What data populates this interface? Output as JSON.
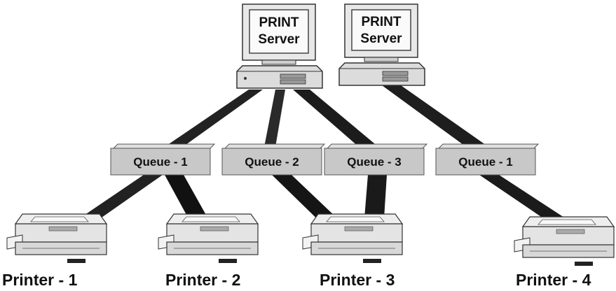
{
  "servers": [
    {
      "line1": "PRINT",
      "line2": "Server"
    },
    {
      "line1": "PRINT",
      "line2": "Server"
    }
  ],
  "queues": [
    {
      "label": "Queue - 1"
    },
    {
      "label": "Queue - 2"
    },
    {
      "label": "Queue - 3"
    },
    {
      "label": "Queue - 1"
    }
  ],
  "printers": [
    {
      "label": "Printer - 1"
    },
    {
      "label": "Printer - 2"
    },
    {
      "label": "Printer - 3"
    },
    {
      "label": "Printer - 4"
    }
  ],
  "colors": {
    "queue_fill": "#c8c8c8",
    "connector": "#222222",
    "device": "#e6e6e6"
  }
}
